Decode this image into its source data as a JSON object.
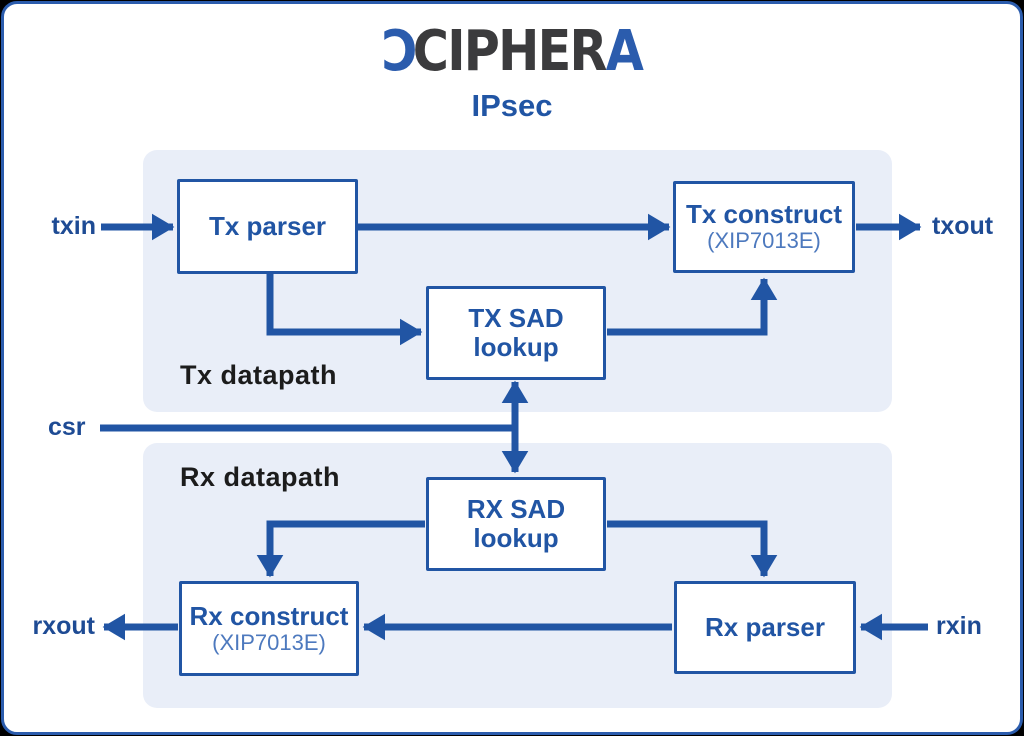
{
  "header": {
    "logo": {
      "x_glyph": "Ɔ",
      "mid": "CIPHER",
      "last": "A"
    },
    "title": "IPsec"
  },
  "colors": {
    "accent_blue": "#2155a4",
    "logo_blue": "#2b5cad",
    "logo_gray": "#3b3b3d",
    "panel_bg": "#e9eef8",
    "sublabel_blue": "#4d79be",
    "panel_label_dark": "#1c1c1c"
  },
  "panels": {
    "tx": {
      "label": "Tx datapath"
    },
    "rx": {
      "label": "Rx datapath"
    }
  },
  "blocks": {
    "tx_parser": {
      "label": "Tx parser"
    },
    "tx_construct": {
      "label": "Tx construct",
      "sublabel": "(XIP7013E)"
    },
    "tx_sad": {
      "line1": "TX SAD",
      "line2": "lookup"
    },
    "rx_sad": {
      "line1": "RX SAD",
      "line2": "lookup"
    },
    "rx_construct": {
      "label": "Rx construct",
      "sublabel": "(XIP7013E)"
    },
    "rx_parser": {
      "label": "Rx parser"
    }
  },
  "ports": {
    "txin": "txin",
    "txout": "txout",
    "csr": "csr",
    "rxin": "rxin",
    "rxout": "rxout"
  }
}
